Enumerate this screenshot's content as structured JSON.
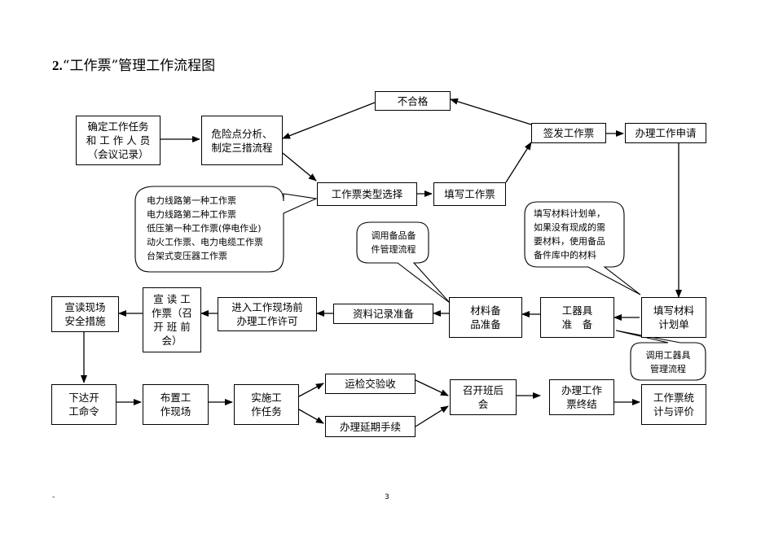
{
  "title": {
    "number": "2.",
    "text": "“工作票”管理工作流程图"
  },
  "boxes": {
    "confirm": "确定工作任务\n和 工 作 人 员\n（会议记录）",
    "risk": "危险点分析、\n制定三措流程",
    "unqualified": "不合格",
    "issue": "签发工作票",
    "apply": "办理工作申请",
    "select": "工作票类型选择",
    "fill": "填写工作票",
    "fill_material": "填写材料\n计划单",
    "tools": "工器具\n准　备",
    "material": "材料备\n品准备",
    "records": "资料记录准备",
    "enter": "进入工作现场前\n办理工作许可",
    "read_ticket": "宣 读 工\n作票（召\n开 班 前\n会）",
    "read_safety": "宣读现场\n安全措施",
    "order": "下达开\n工命令",
    "arrange": "布置工\n作现场",
    "implement": "实施工\n作任务",
    "inspect": "运检交验收",
    "extend": "办理延期手续",
    "meeting": "召开班后\n会",
    "end_ticket": "办理工作\n票终结",
    "evaluate": "工作票统\n计与评价"
  },
  "bubbles": {
    "ticket_types": "电力线路第一种工作票\n电力线路第二种工作票\n低压第一种工作票(停电作业)\n动火工作票、电力电缆工作票\n台架式变压器工作票",
    "spare_parts": "调用备品备\n件管理流程",
    "material_plan": "填写材料计划单，\n如果没有现成的需\n要材料，使用备品\n备件库中的材料",
    "tools_flow": "调用工器具\n管理流程"
  },
  "footer": {
    "mark": "-",
    "page": "3"
  }
}
